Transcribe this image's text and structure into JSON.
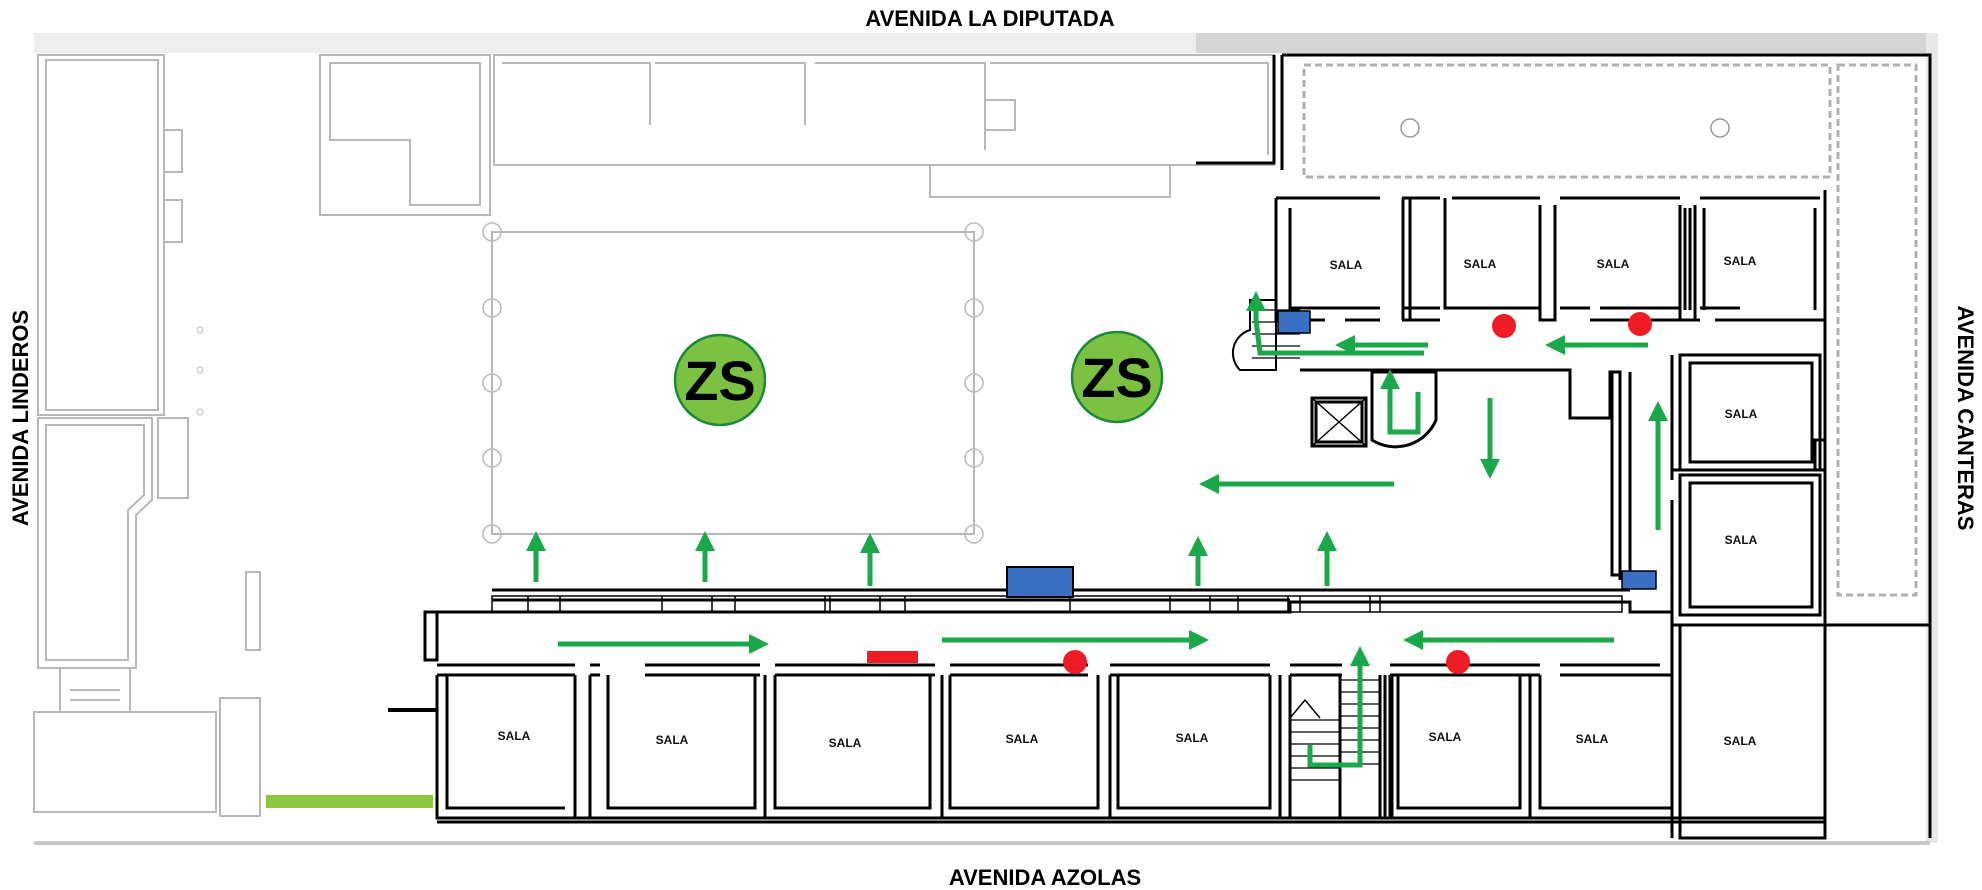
{
  "streets": {
    "north": "AVENIDA LA DIPUTADA",
    "south": "AVENIDA AZOLAS",
    "west": "AVENIDA LINDEROS",
    "east": "AVENIDA CANTERAS"
  },
  "rooms": {
    "label": "SALA",
    "count_top": 4,
    "count_east": 2,
    "count_bottom": 8
  },
  "safe_zones": {
    "label": "ZS",
    "count": 2
  },
  "colors": {
    "arrow": "#1ba84a",
    "safe_zone_fill": "#7cc242",
    "extinguisher": "#ee1c24",
    "alarm_panel": "#3a6fc4",
    "meeting_strip": "#8dc63f",
    "light_wall": "#b8b8b8",
    "dark_wall": "#000000"
  },
  "icons": [
    "evacuation-arrow-icon",
    "fire-extinguisher-icon",
    "alarm-panel-icon",
    "safe-zone-icon"
  ]
}
